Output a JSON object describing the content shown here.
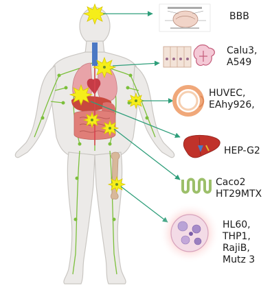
{
  "figure": {
    "body_label": "",
    "colors": {
      "skin": "#eceae8",
      "skin_outline": "#c9c6c2",
      "lymph": "#7bbf3a",
      "arrow": "#2e9e7a",
      "burst": "#f5ee1a",
      "lung": "#e8a3a8",
      "liver": "#c9483d",
      "intestine": "#e07e78",
      "bone": "#d8b89a",
      "artery": "#d8434d",
      "vein": "#4b78c4",
      "blood_glow": "#f7a8a8"
    },
    "icons": [
      "brain-icon",
      "lung-epithelium-icon",
      "blood-vessel-icon",
      "liver-icon",
      "intestine-icon",
      "blood-cells-icon"
    ]
  },
  "labels": {
    "bbb": [
      "BBB"
    ],
    "calu": [
      "Calu3,",
      "A549"
    ],
    "huvec": [
      "HUVEC,",
      "EAhy926,"
    ],
    "hep": [
      "HEP-G2"
    ],
    "caco": [
      "Caco2",
      "HT29MTX"
    ],
    "hl": [
      "HL60,",
      "THP1,",
      "RajiB,",
      "Mutz 3"
    ]
  }
}
